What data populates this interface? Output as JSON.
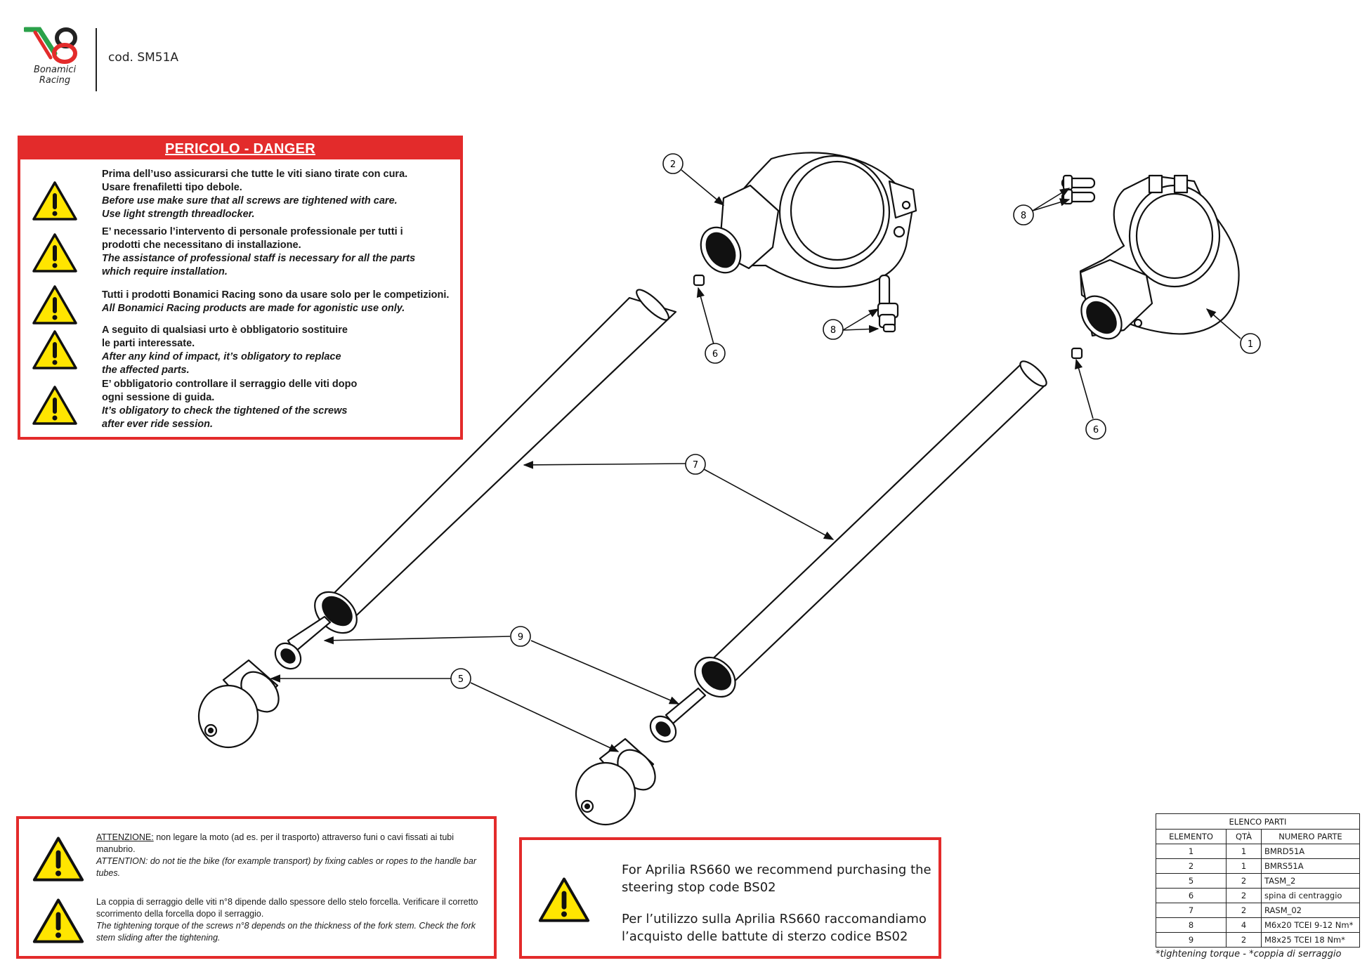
{
  "header": {
    "brand_line1": "Bonamici",
    "brand_line2": "Racing",
    "product_code": "cod. SM51A",
    "logo_colors": [
      "#2ba14a",
      "#e32b2b",
      "#222222"
    ]
  },
  "danger": {
    "title": "PERICOLO - DANGER",
    "accent": "#e32b2b",
    "items": [
      {
        "it1": "Prima dell’uso assicurarsi che tutte le viti siano tirate con cura.",
        "it2": "Usare frenafiletti tipo debole.",
        "en1": "Before use make sure that all screws are tightened with care.",
        "en2": "Use light strength threadlocker."
      },
      {
        "it1": "E’ necessario l’intervento di personale professionale per tutti i",
        "it2": "prodotti che necessitano di installazione.",
        "en1": "The assistance of professional staff is necessary for all the parts",
        "en2": "which require installation."
      },
      {
        "it1": "Tutti i prodotti Bonamici Racing sono da usare solo per le competizioni.",
        "it2": "",
        "en1": "All Bonamici Racing products are made for agonistic use only.",
        "en2": ""
      },
      {
        "it1": "A seguito di qualsiasi urto è obbligatorio sostituire",
        "it2": "le parti interessate.",
        "en1": "After any kind of impact, it’s obligatory to replace",
        "en2": "the affected parts."
      },
      {
        "it1": "E’ obbligatorio controllare il serraggio delle viti dopo",
        "it2": "ogni sessione di guida.",
        "en1": "It’s obligatory to check the tightened of the screws",
        "en2": "after ever ride session."
      }
    ]
  },
  "attention": {
    "block1": {
      "label": "ATTENZIONE:",
      "it": " non legare la moto (ad es. per il trasporto) attraverso funi o cavi fissati ai tubi manubrio.",
      "en": "ATTENTION: do not tie the bike (for example transport) by fixing cables or ropes to the handle bar tubes."
    },
    "block2": {
      "it": "La coppia di serraggio delle viti n°8 dipende dallo spessore dello stelo forcella. Verificare il corretto scorrimento della forcella dopo il serraggio.",
      "en": "The tightening torque of the screws n°8 depends on the thickness of the fork stem. Check the fork stem sliding after the tightening."
    }
  },
  "recommendation": {
    "en": "For Aprilia RS660 we recommend purchasing the steering stop code BS02",
    "it": "Per l’utilizzo sulla Aprilia RS660 raccomandiamo l’acquisto delle battute di sterzo codice BS02"
  },
  "parts_list": {
    "title": "ELENCO PARTI",
    "headers": [
      "ELEMENTO",
      "QTÀ",
      "NUMERO PARTE"
    ],
    "rows": [
      [
        "1",
        "1",
        "BMRD51A"
      ],
      [
        "2",
        "1",
        "BMRS51A"
      ],
      [
        "5",
        "2",
        "TASM_2"
      ],
      [
        "6",
        "2",
        "spina di centraggio"
      ],
      [
        "7",
        "2",
        "RASM_02"
      ],
      [
        "8",
        "4",
        "M6x20 TCEI 9-12 Nm*"
      ],
      [
        "9",
        "2",
        "M8x25 TCEI 18 Nm*"
      ]
    ],
    "note": "*tightening torque - *coppia di serraggio"
  },
  "callouts": [
    "2",
    "8",
    "6",
    "8",
    "1",
    "6",
    "7",
    "9",
    "5"
  ],
  "warning_colors": {
    "fill": "#ffe500",
    "stroke": "#111111"
  }
}
